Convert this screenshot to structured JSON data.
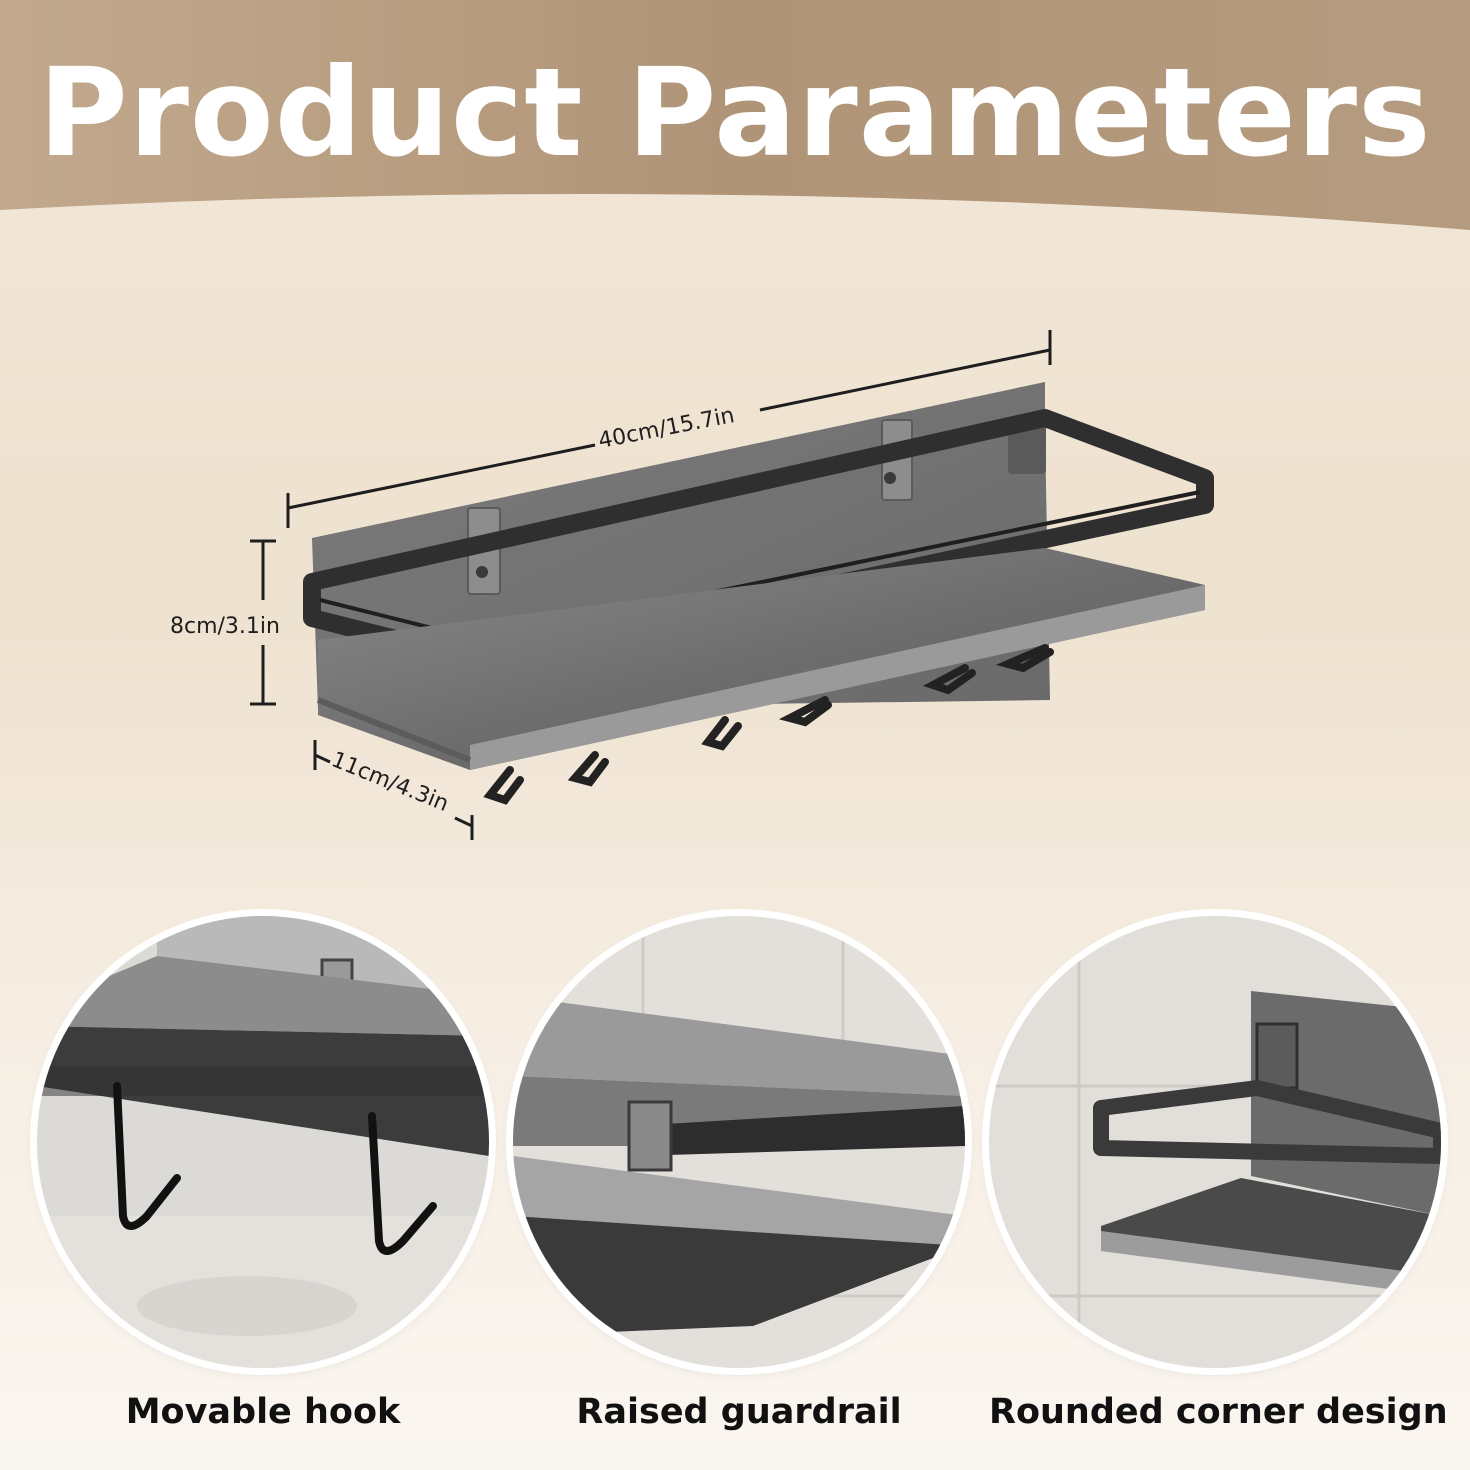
{
  "header": {
    "title": "Product Parameters"
  },
  "dimensions": {
    "length": "40cm/15.7in",
    "height": "8cm/3.1in",
    "depth": "11cm/4.3in"
  },
  "features": [
    {
      "caption": "Movable hook"
    },
    {
      "caption": "Raised guardrail"
    },
    {
      "caption": "Rounded corner design"
    }
  ],
  "colors": {
    "header_brown": "#b39a7e",
    "background_beige": "#efe3d3",
    "product_grey": "#4a4a4a"
  }
}
